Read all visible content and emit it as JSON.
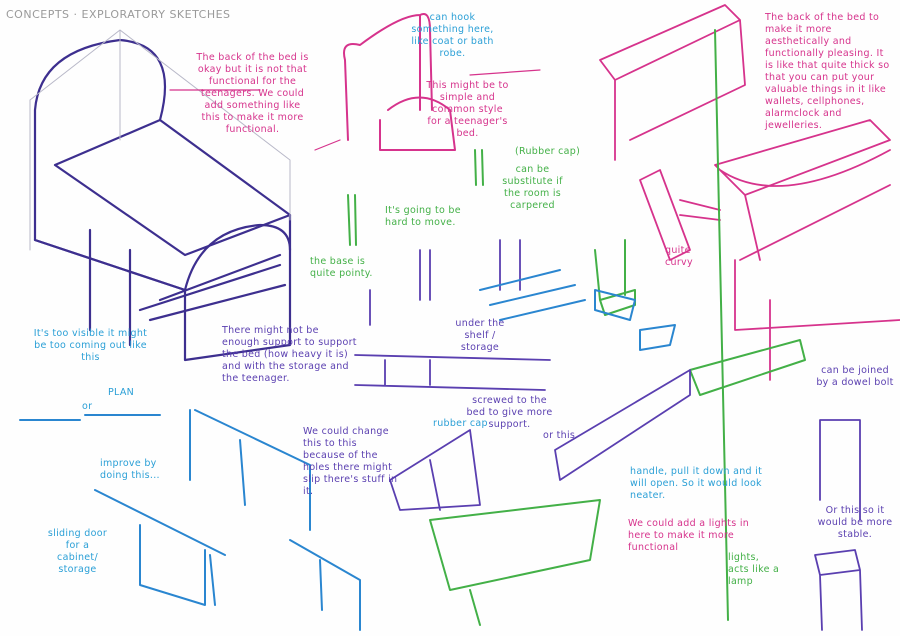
{
  "title": "CONCEPTS · EXPLORATORY SKETCHES",
  "colors": {
    "pink": "#d6338c",
    "blue": "#2a9fd6",
    "green": "#43b047",
    "purple": "#5a3fb0",
    "gray": "#9a9a9a"
  },
  "notes": {
    "back_okay": "The back of the bed is okay but it is not that functional for the teenagers. We could add something like this to make it more functional.",
    "hook": "can hook something here, like coat or bath robe.",
    "too_simple": "This might be to simple and common style for a teenager's bed.",
    "back_aesthetic": "The back of the bed to make it more aesthetically and functionally pleasing. It is like that quite thick so that you can put your valuable things in it like wallets, cellphones, alarmclock and jewelleries.",
    "rubber_cap": "(Rubber cap)",
    "substitute": "can be substitute if the room is carpered",
    "hard_to_move": "It's going to be hard to move.",
    "base_pointy": "the base is quite pointy.",
    "quite_curvy": "quite curvy",
    "under_shelf": "under the shelf / storage",
    "too_visible": "It's too visible it might be too coming out like this",
    "not_enough_support": "There might not be enough support to support the bed (how heavy it is) and with the storage and the teenager.",
    "plan": "PLAN",
    "or": "or",
    "improve": "improve by doing this...",
    "change_this": "We could change this to this because of the holes there might slip there's stuff in it.",
    "rubber_cap_small": "rubber cap",
    "screwed": "screwed to the bed to give more support.",
    "or_this": "or this",
    "handle": "handle, pull it down and it will open. So it would look neater.",
    "dowel": "can be joined by a dowel bolt",
    "more_stable": "Or this so it would be more stable.",
    "add_lights": "We could add a lights in here to make it more functional",
    "lights_lamp": "lights, acts like a lamp",
    "sliding_door": "sliding door for a cabinet/ storage"
  }
}
